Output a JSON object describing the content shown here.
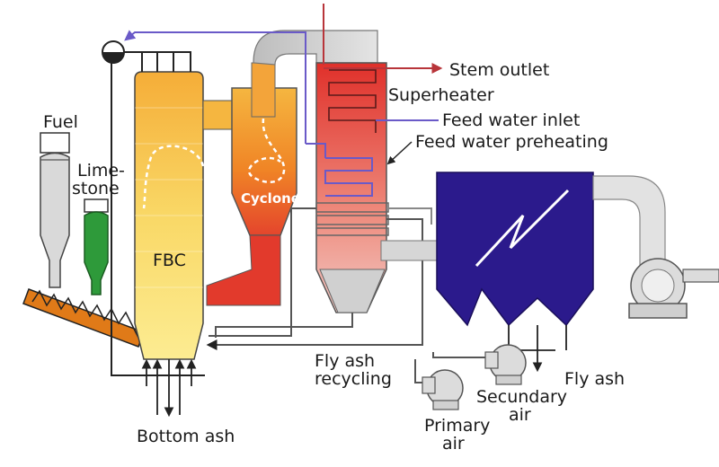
{
  "labels": {
    "fuel": "Fuel",
    "limestone_line1": "Lime-",
    "limestone_line2": "stone",
    "fbc": "FBC",
    "cyclone": "Cyclone",
    "stem_outlet": "Stem outlet",
    "superheater": "Superheater",
    "feed_water_inlet": "Feed water inlet",
    "feed_water_preheating": "Feed water preheating",
    "fly_ash_recycling_line1": "Fly ash",
    "fly_ash_recycling_line2": "recycling",
    "bottom_ash": "Bottom ash",
    "primary_air_line1": "Primary",
    "primary_air_line2": "air",
    "secundary_air_line1": "Secundary",
    "secundary_air_line2": "air",
    "fly_ash": "Fly ash"
  },
  "colors": {
    "furnace_top": "#f5b640",
    "furnace_bottom": "#fbe78a",
    "cyclone": "#f08a28",
    "hot_red": "#e23a2c",
    "steam_outlet": "#b8353a",
    "feed_water_line": "#6a5ac8",
    "precipitator": "#2b1a8c",
    "duct_grey": "#d6d6d6",
    "limestone_green": "#2e9a3a",
    "auger": "#d26a10"
  },
  "icons": [
    "steam-drum-icon",
    "electrostatic-precipitator-icon",
    "fan-icon",
    "screw-feeder-icon"
  ]
}
